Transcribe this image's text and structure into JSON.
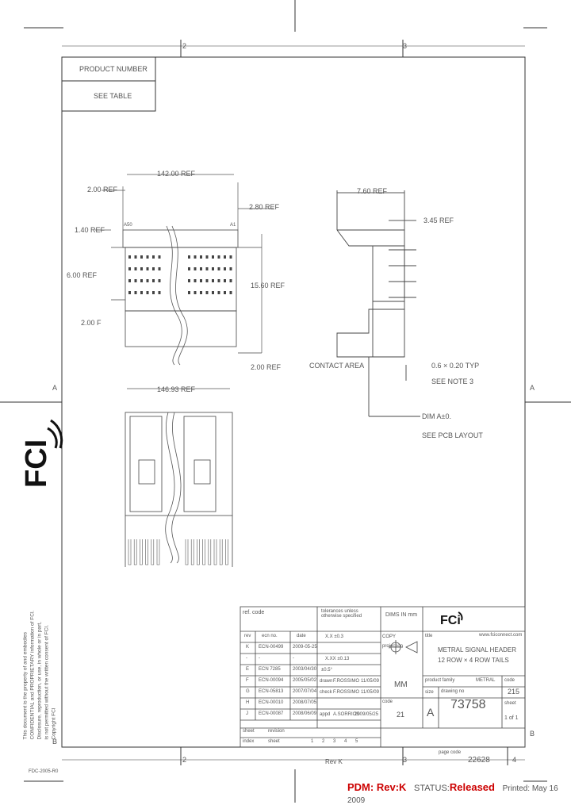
{
  "grid": {
    "col_top": [
      "2",
      "3"
    ],
    "col_bottom": [
      "2",
      "3",
      "4"
    ],
    "row_left": [
      "A",
      "B"
    ],
    "row_right": [
      "A",
      "B"
    ]
  },
  "header_boxes": {
    "product_number": "PRODUCT NUMBER",
    "see_table": "SEE TABLE"
  },
  "dimensions": {
    "d142": "142.00 REF",
    "d2_00_ref_top": "2.00 REF",
    "d2_80": "2.80 REF",
    "d1_40": "1.40 REF",
    "d6_00": "6.00 REF",
    "d15_60": "15.60 REF",
    "d2_00_left": "2.00 F",
    "d2_00_bottom": "2.00 REF",
    "d146": "146.93 REF",
    "d7_60": "7.60 REF",
    "d3_45": "3.45 REF",
    "contact_area": "CONTACT AREA",
    "d0_6": "0.6 × 0.20 TYP",
    "see_note3": "SEE NOTE 3",
    "dim_a": "DIM A±0.",
    "see_pcb": "SEE PCB LAYOUT"
  },
  "pin_marks": {
    "a_left": "A50",
    "a_right": "A1"
  },
  "logos": {
    "fci_side": "FCI",
    "fci_title": "FCi",
    "website": "www.fciconnect.com"
  },
  "confidential": [
    "This document is the property of and embodies",
    "CONFIDENTIAL and PROPRIETARY information of FCI.",
    "Disclosure, reproduction, or use, in whole or in part,",
    "is not permitted without the written consent of FCI.",
    "Copyright FCI"
  ],
  "title_block": {
    "ref_code": "ref. code",
    "tolerances": "tolerances unless otherwise specified",
    "dims": "DIMS IN mm",
    "rev_head": [
      "rev",
      "ecn no.",
      "date"
    ],
    "revisions": [
      [
        "K",
        "ECN-00499",
        "2009-05-25"
      ],
      [
        "-",
        "-",
        "-"
      ],
      [
        "E",
        "ECN 7285",
        "2003/04/30"
      ],
      [
        "F",
        "ECN-00094",
        "2005/05/02"
      ],
      [
        "G",
        "ECN-05813",
        "2007/07/04"
      ],
      [
        "H",
        "ECN-00010",
        "2008/07/05"
      ],
      [
        "J",
        "ECN-00087",
        "2008/06/09"
      ]
    ],
    "sheet_label": "sheet",
    "revision_label": "revision",
    "index_label": "index",
    "sheet_label2": "sheet",
    "sheet_numbers": [
      "1",
      "2",
      "3",
      "4",
      "5"
    ],
    "tol_1": "X.X ±0.3",
    "tol_2": "X.XX ±0.13",
    "angles": "±0.5°",
    "drawn": "drawn",
    "check": "check",
    "appd": "appd",
    "drawn_by": "F.ROSSIMO",
    "check_by": "F.ROSSIMO",
    "appd_by": "A.SORRIOS",
    "date1": "11/05/09",
    "date2": "11/05/09",
    "date3": "2009/05/25",
    "copy": "COPY",
    "projection": "projection",
    "scale_label": "MM",
    "code_label": "code",
    "code_val": "21",
    "size_label": "size",
    "size_val": "A",
    "title_label": "title",
    "title_line1": "METRAL SIGNAL HEADER",
    "title_line2": "12 ROW × 4 ROW TAILS",
    "product_family_label": "product family",
    "product_family_val": "METRAL",
    "drawing_no_label": "drawing no",
    "drawing_no": "73758",
    "code_right_label": "code",
    "code_right_val": "215",
    "sheet_right_label": "sheet",
    "sheet_right_val": "1 of 1",
    "page_code_label": "page code",
    "page_code_val": "22628",
    "rev_bottom": "Rev K"
  },
  "footer": {
    "pdm_label": "PDM:",
    "pdm_rev": "Rev:K",
    "status_label": "STATUS:",
    "status_val": "Released",
    "printed": "Printed: May 16 2009",
    "left_small": "FDC-2005-R0"
  }
}
